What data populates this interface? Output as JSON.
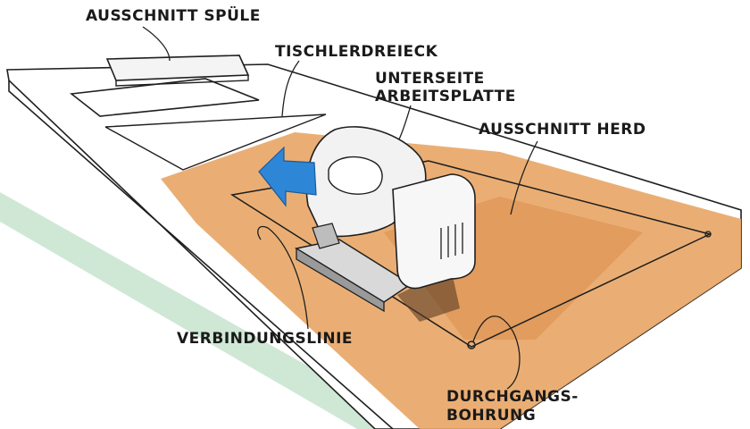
{
  "labels": {
    "sink_cutout": "AUSSCHNITT SPÜLE",
    "carpenter_triangle": "TISCHLERDREIECK",
    "underside_line1": "UNTERSEITE",
    "underside_line2": "ARBEITSPLATTE",
    "stove_cutout": "AUSSCHNITT HERD",
    "connection_line": "VERBINDUNGSLINIE",
    "through_hole_line1": "DURCHGANGS-",
    "through_hole_line2": "BOHRUNG"
  },
  "colors": {
    "wood": "#e8a565",
    "wood_dark": "#d98e4c",
    "arrow": "#2e86d6",
    "floor_green": "#cfe8d6",
    "line": "#1f1f1f"
  },
  "icons": {
    "tool": "jigsaw-icon",
    "direction": "arrow-left-icon"
  }
}
